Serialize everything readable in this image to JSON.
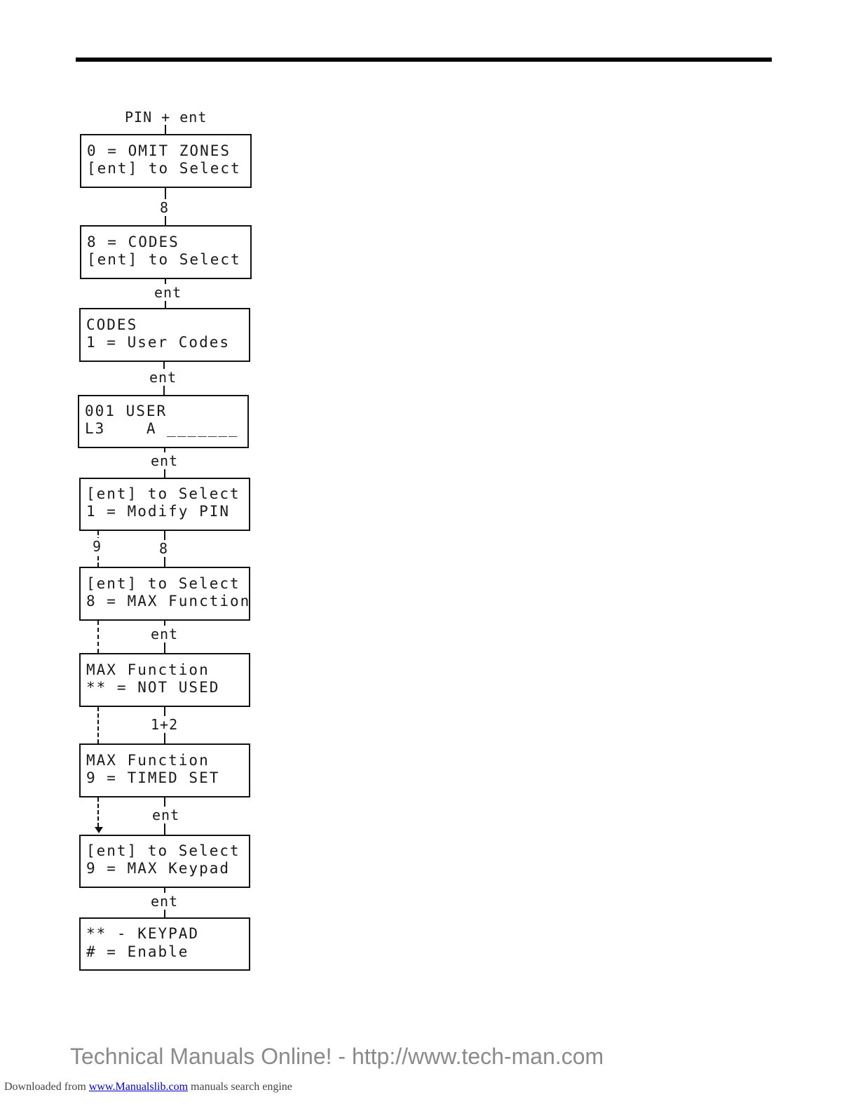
{
  "start_label": "PIN + ent",
  "steps": [
    {
      "line1": "0 = OMIT ZONES",
      "line2": "[ent] to Select"
    },
    {
      "line1": "8 = CODES",
      "line2": "[ent] to Select"
    },
    {
      "line1": "CODES",
      "line2": "1 = User Codes"
    },
    {
      "line1": "001 USER",
      "line2": "L3    A _______"
    },
    {
      "line1": "[ent] to Select",
      "line2": "1 = Modify PIN"
    },
    {
      "line1": "[ent] to Select",
      "line2": "8 = MAX Function"
    },
    {
      "line1": "MAX Function",
      "line2": "** = NOT USED"
    },
    {
      "line1": "MAX Function",
      "line2": "9 = TIMED SET"
    },
    {
      "line1": "[ent] to Select",
      "line2": "9 = MAX Keypad"
    },
    {
      "line1": "** - KEYPAD",
      "line2": "# = Enable"
    }
  ],
  "transitions": [
    "8",
    "ent",
    "ent",
    "ent",
    "8",
    "ent",
    "1+2",
    "ent",
    "ent"
  ],
  "alt_path_label": "9",
  "footer": {
    "main": "Technical Manuals Online! - http://www.tech-man.com",
    "downloaded_prefix": "Downloaded from ",
    "downloaded_link": "www.Manualslib.com",
    "downloaded_suffix": " manuals search engine"
  }
}
